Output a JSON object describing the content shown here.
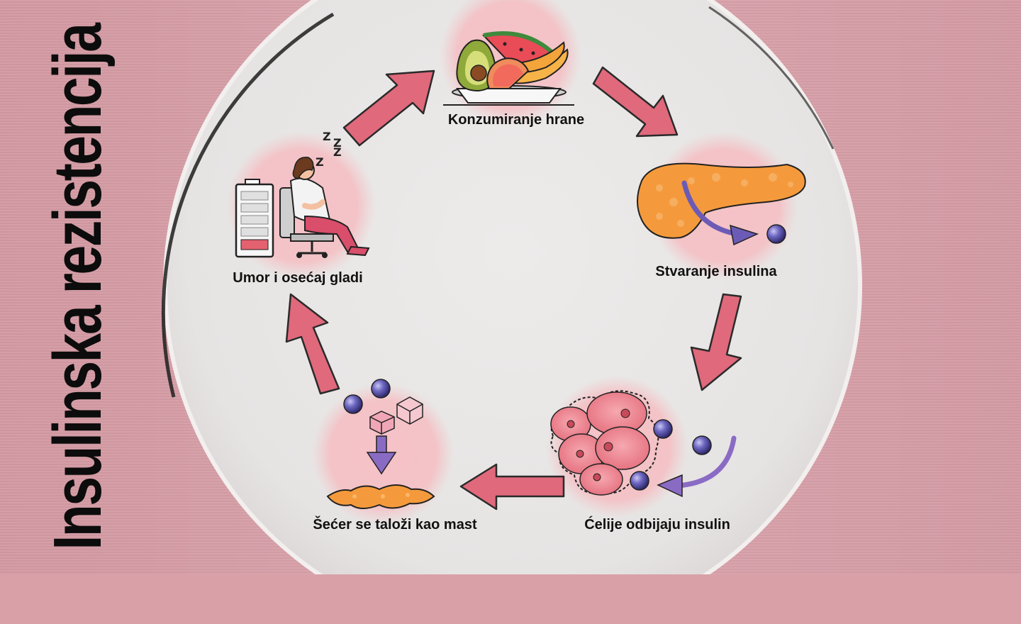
{
  "title": "Insulinska rezistencija",
  "steps": [
    {
      "id": "food",
      "label": "Konzumiranje hrane",
      "icon": "fruit-plate-icon"
    },
    {
      "id": "insulin",
      "label": "Stvaranje insulina",
      "icon": "pancreas-icon"
    },
    {
      "id": "cells",
      "label": "Ćelije odbijaju insulin",
      "icon": "cells-icon"
    },
    {
      "id": "fat",
      "label": "Šećer se taloži kao mast",
      "icon": "fat-deposit-icon"
    },
    {
      "id": "tired",
      "label": "Umor i osećaj gladi",
      "icon": "tired-person-icon"
    }
  ],
  "sleep_text": "Z Z Z",
  "colors": {
    "background": "#d9a0a8",
    "paper": "#e9e7e6",
    "arrow": "#e0697c",
    "arrow_stroke": "#2a2a2a",
    "icon_bubble": "#f0b7bd",
    "molecule": "#6a63b8",
    "flow_arrow": "#8a6bc4",
    "pancreas": "#f59a3c",
    "cell": "#ef8a95"
  }
}
